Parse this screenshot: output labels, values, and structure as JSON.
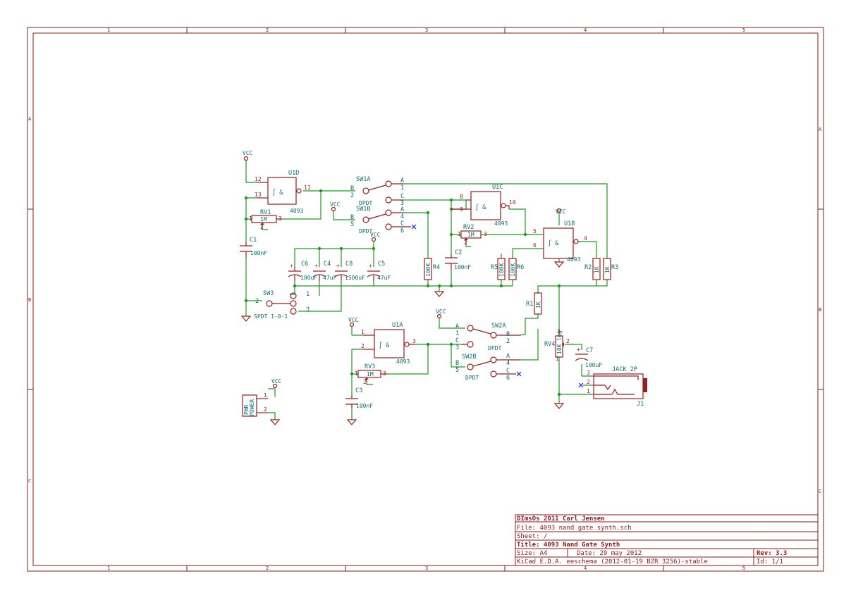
{
  "frame": {
    "col_labels": [
      "1",
      "2",
      "3",
      "4",
      "5"
    ],
    "row_labels": [
      "A",
      "B",
      "C"
    ]
  },
  "title_block": {
    "org": "DImsOs  2011  Carl Jensen",
    "file": "File: 4093 nand gate synth.sch",
    "sheet": "Sheet: /",
    "title": "Title: 4093 Nand Gate Synth",
    "size": "Size: A4",
    "date": "Date: 29 may 2012",
    "rev": "Rev: 3.3",
    "tool": "KiCad E.D.A.  eeschema (2012-01-19 BZR 3256)-stable",
    "id": "Id: 1/1"
  },
  "power": {
    "vcc": "VCC"
  },
  "gates": {
    "u1d": {
      "ref": "U1D",
      "value": "4093",
      "in1": "12",
      "in2": "13",
      "out": "11",
      "symbol": "∫ &"
    },
    "u1c": {
      "ref": "U1C",
      "value": "4093",
      "in1": "8",
      "in2": "9",
      "out": "10",
      "symbol": "∫ &"
    },
    "u1b": {
      "ref": "U1B",
      "value": "4093",
      "in1": "5",
      "in2": "6",
      "out": "4",
      "symbol": "∫ &"
    },
    "u1a": {
      "ref": "U1A",
      "value": "4093",
      "in1": "1",
      "in2": "2",
      "out": "3",
      "symbol": "∫ &"
    }
  },
  "pots": {
    "rv1": {
      "ref": "RV1",
      "value": "1M"
    },
    "rv2": {
      "ref": "RV2",
      "value": "1M"
    },
    "rv3": {
      "ref": "RV3",
      "value": "1M"
    },
    "rv4": {
      "ref": "RV4",
      "value": "10K log"
    }
  },
  "resistors": {
    "r1": {
      "ref": "R1",
      "value": "1K"
    },
    "r2": {
      "ref": "R2",
      "value": "1K"
    },
    "r3": {
      "ref": "R3",
      "value": "1K"
    },
    "r4": {
      "ref": "R4",
      "value": "100K"
    },
    "r5": {
      "ref": "R5",
      "value": "100K"
    },
    "r6": {
      "ref": "R6",
      "value": "100K"
    }
  },
  "capacitors": {
    "c1": {
      "ref": "C1",
      "value": "100nF"
    },
    "c2": {
      "ref": "C2",
      "value": "100nF"
    },
    "c3": {
      "ref": "C3",
      "value": "100nF"
    },
    "c4": {
      "ref": "C4",
      "value": "47uF"
    },
    "c5": {
      "ref": "C5",
      "value": "47uF"
    },
    "c6": {
      "ref": "C6",
      "value": "100uF"
    },
    "c7": {
      "ref": "C7",
      "value": "100uF"
    },
    "c8": {
      "ref": "C8",
      "value": "1500uF"
    }
  },
  "switches": {
    "sw1a": {
      "ref": "SW1A",
      "value": "DPDT"
    },
    "sw1b": {
      "ref": "SW1B",
      "value": "DPDT"
    },
    "sw2a": {
      "ref": "SW2A",
      "value": "DPDT"
    },
    "sw2b": {
      "ref": "SW2B",
      "value": "DPDT"
    },
    "sw3": {
      "ref": "SW3",
      "value": "SPDT 1-0-1"
    }
  },
  "connectors": {
    "j1": {
      "ref": "J1",
      "value": "JACK_2P"
    },
    "pwr": {
      "ref": "PWR",
      "value": "POWER"
    }
  }
}
